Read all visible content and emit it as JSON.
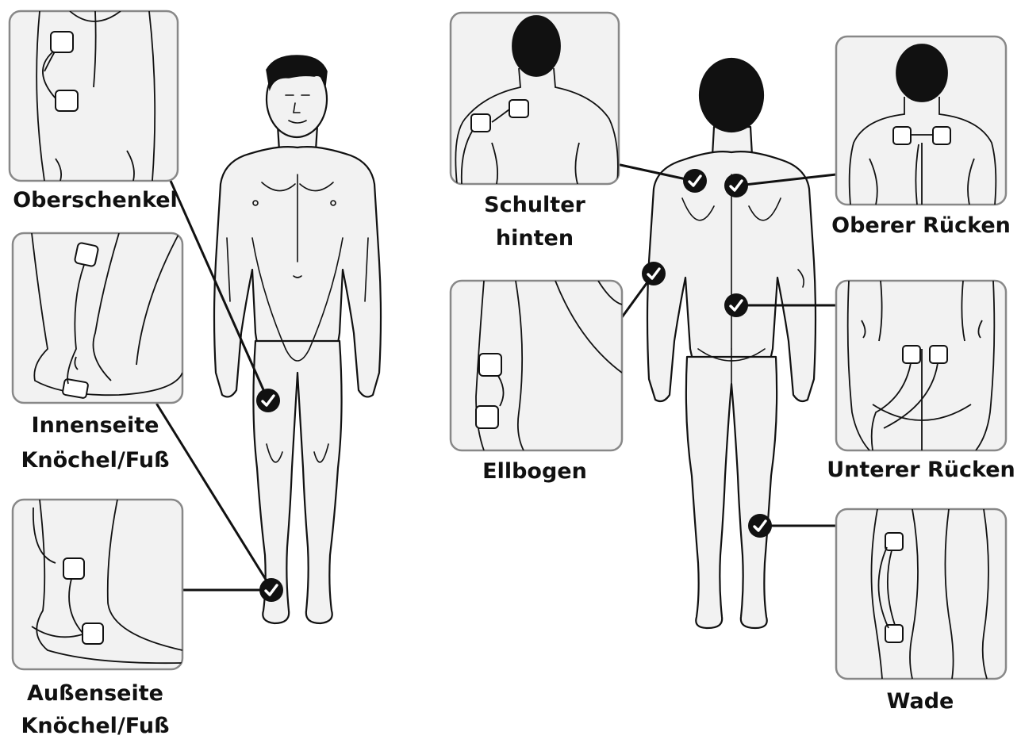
{
  "colors": {
    "ink": "#111111",
    "panel_fill": "#f2f2f2",
    "panel_border": "#888888",
    "marker": "#111111",
    "check": "#ffffff"
  },
  "icons": {
    "marker": "check-marker-icon",
    "pad": "electrode-pad-icon"
  },
  "labels": {
    "thigh": "Oberschenkel",
    "inner_ankle_1": "Innenseite",
    "inner_ankle_2": "Knöchel/Fuß",
    "outer_ankle_1": "Außenseite",
    "outer_ankle_2": "Knöchel/Fuß",
    "shoulder_1": "Schulter",
    "shoulder_2": "hinten",
    "elbow": "Ellbogen",
    "upper_back": "Oberer Rücken",
    "lower_back": "Unterer Rücken",
    "calf": "Wade"
  }
}
